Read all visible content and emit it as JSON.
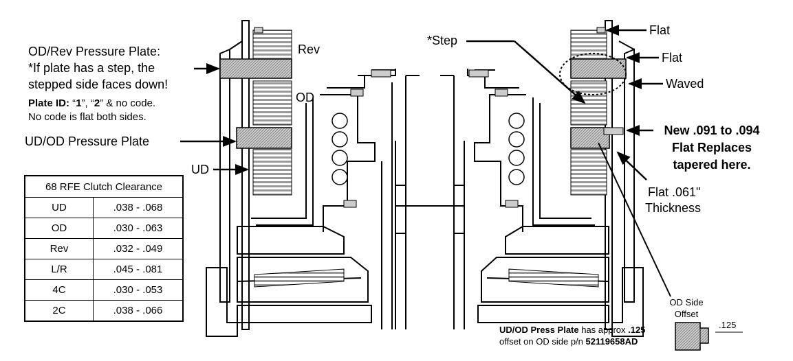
{
  "labels": {
    "od_rev_title": "OD/Rev Pressure Plate:",
    "od_rev_line2": "*If plate has a step, the",
    "od_rev_line3": "stepped side faces down!",
    "plate_id_prefix": "Plate ID:",
    "plate_id_q1": " “",
    "plate_id_1": "1",
    "plate_id_mid": "”, “",
    "plate_id_2": "2",
    "plate_id_suffix": "” & no code.",
    "no_code_line": "No code is flat both sides.",
    "udod_pressure_plate": "UD/OD Pressure Plate",
    "ud": "UD",
    "rev": "Rev",
    "od": "OD",
    "step": "*Step",
    "flat_top": "Flat",
    "flat_second": "Flat",
    "waved": "Waved",
    "new_line1": "New .091 to .094",
    "new_line2": "Flat  Replaces",
    "new_line3": "tapered here.",
    "flat_thickness_line1": "Flat .061\"",
    "flat_thickness_line2": "Thickness",
    "od_side": "OD Side",
    "offset": "Offset",
    "note_bold1": "UD/OD Press Plate",
    "note_mid": " has approx ",
    "note_bold2": ".125",
    "note_line2_prefix": "offset on OD side p/n ",
    "note_part": "52119658AD",
    "dimension": ".125"
  },
  "table": {
    "title": "68 RFE Clutch Clearance",
    "rows": [
      {
        "clutch": "UD",
        "range": ".038 - .068"
      },
      {
        "clutch": "OD",
        "range": ".030 - .063"
      },
      {
        "clutch": "Rev",
        "range": ".032 - .049"
      },
      {
        "clutch": "L/R",
        "range": ".045 - .081"
      },
      {
        "clutch": "4C",
        "range": ".030 - .053"
      },
      {
        "clutch": "2C",
        "range": ".038 - .066"
      }
    ]
  }
}
